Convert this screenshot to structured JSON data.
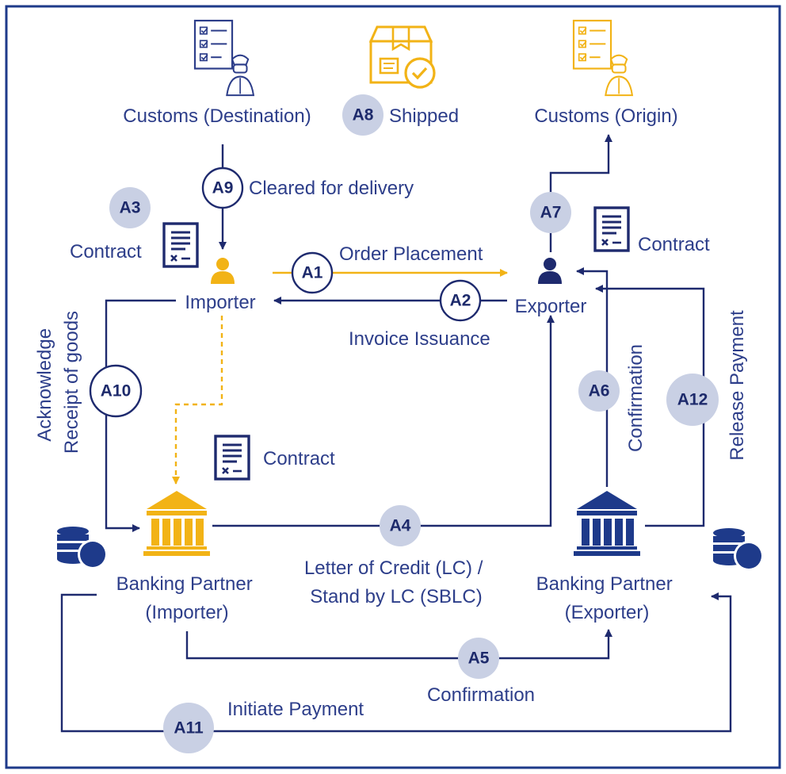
{
  "colors": {
    "navy": "#1e2a6e",
    "label": "#2d3e8a",
    "gold": "#f2b316",
    "badge_fill": "#c9d0e4",
    "border": "#1e3a8a"
  },
  "icons": {
    "customs_destination": "customs-checklist-officer-icon",
    "shipped": "package-check-icon",
    "customs_origin": "customs-checklist-officer-icon",
    "contract": "contract-document-icon",
    "person": "person-icon",
    "bank": "bank-building-icon",
    "database": "database-coin-icon"
  },
  "nodes": {
    "customs_destination": "Customs (Destination)",
    "shipped": "Shipped",
    "customs_origin": "Customs (Origin)",
    "importer": "Importer",
    "exporter": "Exporter",
    "bank_importer": [
      "Banking Partner",
      "(Importer)"
    ],
    "bank_exporter": [
      "Banking Partner",
      "(Exporter)"
    ]
  },
  "contracts": {
    "importer": "Contract",
    "exporter": "Contract",
    "bank": "Contract"
  },
  "steps": {
    "A1": {
      "badge": "A1",
      "label": "Order Placement"
    },
    "A2": {
      "badge": "A2",
      "label": "Invoice Issuance"
    },
    "A3": {
      "badge": "A3"
    },
    "A4": {
      "badge": "A4",
      "label": [
        "Letter of Credit (LC) /",
        "Stand by LC (SBLC)"
      ]
    },
    "A5": {
      "badge": "A5",
      "label": "Confirmation"
    },
    "A6": {
      "badge": "A6",
      "label": "Confirmation"
    },
    "A7": {
      "badge": "A7"
    },
    "A8": {
      "badge": "A8"
    },
    "A9": {
      "badge": "A9",
      "label": "Cleared for delivery"
    },
    "A10": {
      "badge": "A10",
      "label": [
        "Acknowledge",
        "Receipt  of goods"
      ]
    },
    "A11": {
      "badge": "A11",
      "label": "Initiate Payment"
    },
    "A12": {
      "badge": "A12",
      "label": "Release Payment"
    }
  }
}
